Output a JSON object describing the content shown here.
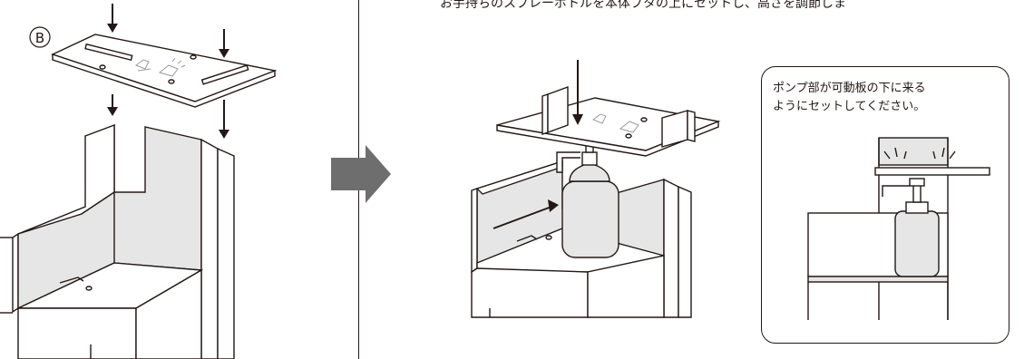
{
  "step_label": "Ⓑ",
  "instruction": "お手持ちのスプレーボトルを本体ブタの上にセットし、高さを調節しま",
  "callout": {
    "line1": "ポンプ部が可動板の下に来る",
    "line2": "ようにセットしてください。"
  },
  "colors": {
    "line": "#231815",
    "panel_fill": "#e6e6e6",
    "arrow_fill": "#6e6e6e"
  }
}
